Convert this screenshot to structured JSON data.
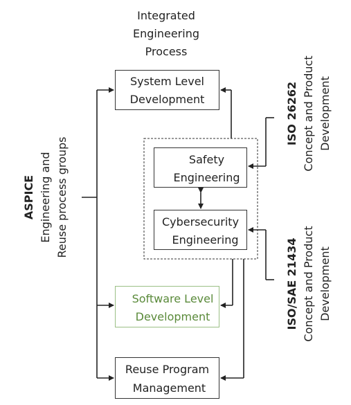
{
  "title": {
    "line1": "Integrated",
    "line2": "Engineering",
    "line3": "Process"
  },
  "boxes": {
    "system": {
      "line1": "System Level",
      "line2": "Development"
    },
    "safety": {
      "line1": "Safety",
      "line2": "Engineering"
    },
    "cyber": {
      "line1": "Cybersecurity",
      "line2": "Engineering"
    },
    "software": {
      "line1": "Software Level",
      "line2": "Development"
    },
    "reuse": {
      "line1": "Reuse Program",
      "line2": "Management"
    }
  },
  "aspice": {
    "name": "ASPICE",
    "line1": "Engineering and",
    "line2": "Reuse process groups"
  },
  "iso26262": {
    "name": "ISO 26262",
    "line1": "Concept and Product",
    "line2": "Development"
  },
  "iso21434": {
    "name": "ISO/SAE 21434",
    "line1": "Concept and Product",
    "line2": "Development"
  },
  "colors": {
    "line": "#222222",
    "box_border": "#333333",
    "software_border": "#9bbf85",
    "software_text": "#5a8a3a"
  }
}
